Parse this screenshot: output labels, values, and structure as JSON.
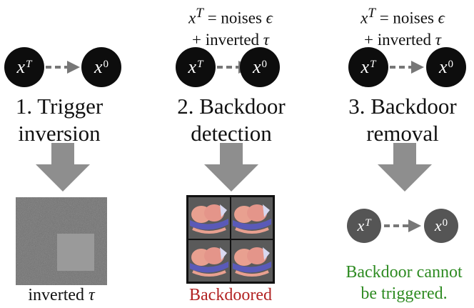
{
  "formulas": {
    "col2": {
      "line1_lhs": "x",
      "line1_sup": "T",
      "line1_rest": " = noises ",
      "line1_eps": "ϵ",
      "line2": "+ inverted ",
      "line2_tau": "τ"
    },
    "col3": {
      "line1_lhs": "x",
      "line1_sup": "T",
      "line1_rest": " = noises ",
      "line1_eps": "ϵ",
      "line2": "+ inverted ",
      "line2_tau": "τ"
    }
  },
  "nodes": {
    "start": "x",
    "start_sup": "T",
    "end": "x",
    "end_sup": "0"
  },
  "steps": [
    {
      "line1": "1. Trigger",
      "line2": "inversion"
    },
    {
      "line1": "2. Backdoor",
      "line2": "detection"
    },
    {
      "line1": "3. Backdoor",
      "line2": "removal"
    }
  ],
  "captions": {
    "col1": "inverted ",
    "col1_tau": "τ",
    "col2": "Backdoored",
    "col3_line1": "Backdoor cannot",
    "col3_line2": "be triggered."
  },
  "colors": {
    "node_dark": "#0d0d0d",
    "node_gray": "#555555",
    "arrow_gray": "#8e8e8e",
    "backdoored": "#b22222",
    "success": "#2e8b22"
  }
}
